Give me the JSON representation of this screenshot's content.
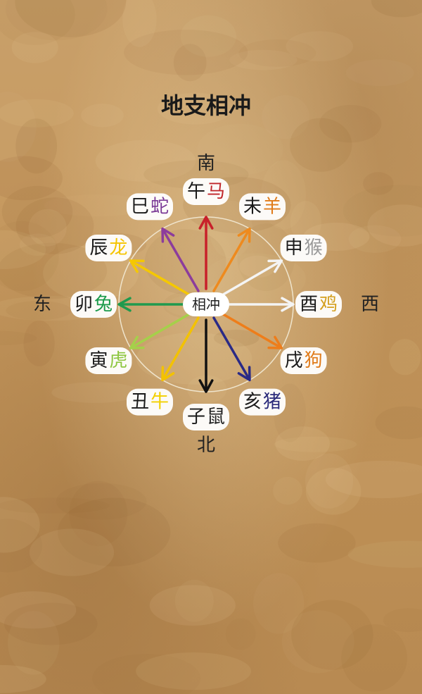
{
  "title": "地支相冲",
  "center_label": "相冲",
  "directions": {
    "south": "南",
    "north": "北",
    "east": "东",
    "west": "西"
  },
  "branches": [
    {
      "id": "wu",
      "branch": "午",
      "animal": "马",
      "animal_color": "#c0262b",
      "arrow_color": "#c8202a"
    },
    {
      "id": "wei",
      "branch": "未",
      "animal": "羊",
      "animal_color": "#e07b1a",
      "arrow_color": "#ee8a1e"
    },
    {
      "id": "shen",
      "branch": "申",
      "animal": "猴",
      "animal_color": "#9a9a9a",
      "arrow_color": "#f4f4f4"
    },
    {
      "id": "you",
      "branch": "酉",
      "animal": "鸡",
      "animal_color": "#d4a020",
      "arrow_color": "#f4f4f4"
    },
    {
      "id": "xu",
      "branch": "戌",
      "animal": "狗",
      "animal_color": "#e07b1a",
      "arrow_color": "#ee7d1a"
    },
    {
      "id": "hai",
      "branch": "亥",
      "animal": "猪",
      "animal_color": "#2a2a7a",
      "arrow_color": "#2a2a86"
    },
    {
      "id": "zi",
      "branch": "子",
      "animal": "鼠",
      "animal_color": "#222222",
      "arrow_color": "#111111"
    },
    {
      "id": "chou",
      "branch": "丑",
      "animal": "牛",
      "animal_color": "#f2d000",
      "arrow_color": "#f3c200"
    },
    {
      "id": "yin",
      "branch": "寅",
      "animal": "虎",
      "animal_color": "#8dc63f",
      "arrow_color": "#a5d04a"
    },
    {
      "id": "mao",
      "branch": "卯",
      "animal": "兔",
      "animal_color": "#1a9a4a",
      "arrow_color": "#1f9a4e"
    },
    {
      "id": "chen",
      "branch": "辰",
      "animal": "龙",
      "animal_color": "#f5c400",
      "arrow_color": "#f5c800"
    },
    {
      "id": "si",
      "branch": "巳",
      "animal": "蛇",
      "animal_color": "#7b3a96",
      "arrow_color": "#8c3c9c"
    }
  ],
  "colors": {
    "branch_text": "#1a1a1a",
    "circle_stroke": "#efe4cc"
  }
}
